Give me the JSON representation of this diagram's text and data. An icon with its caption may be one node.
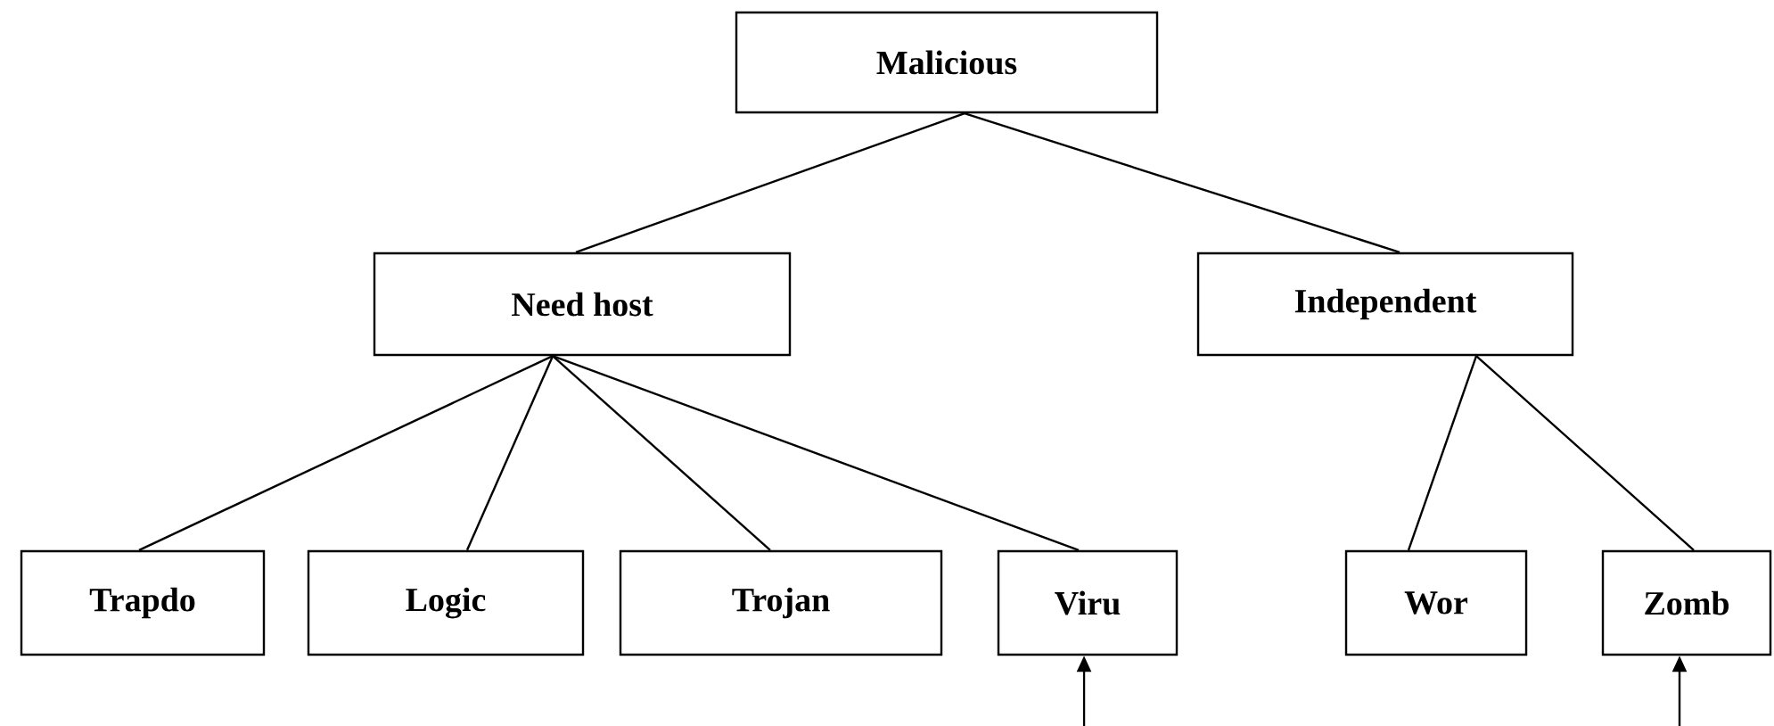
{
  "diagram": {
    "nodes": [
      {
        "text": [
          "Malicious"
        ]
      },
      {
        "text": [
          "Need host"
        ]
      },
      {
        "text": [
          "Independent"
        ]
      },
      {
        "text": [
          "Trapdo"
        ]
      },
      {
        "text": [
          "Logic"
        ]
      },
      {
        "text": [
          "Trojan"
        ]
      },
      {
        "text": [
          "Viru"
        ]
      },
      {
        "text": [
          "Wor"
        ]
      },
      {
        "text": [
          "Zomb"
        ]
      }
    ],
    "edges": [
      {
        "from": 0,
        "to": 1,
        "arrow": "none"
      },
      {
        "from": 0,
        "to": 2,
        "arrow": "none"
      },
      {
        "from": 1,
        "to": 3,
        "arrow": "none"
      },
      {
        "from": 1,
        "to": 4,
        "arrow": "none"
      },
      {
        "from": 1,
        "to": 5,
        "arrow": "none"
      },
      {
        "from": 1,
        "to": 6,
        "arrow": "none"
      },
      {
        "from": 2,
        "to": 7,
        "arrow": "none"
      },
      {
        "from": 2,
        "to": 8,
        "arrow": "none"
      },
      {
        "from": null,
        "to": 6,
        "arrow": "to"
      },
      {
        "from": null,
        "to": 8,
        "arrow": "to"
      }
    ]
  }
}
